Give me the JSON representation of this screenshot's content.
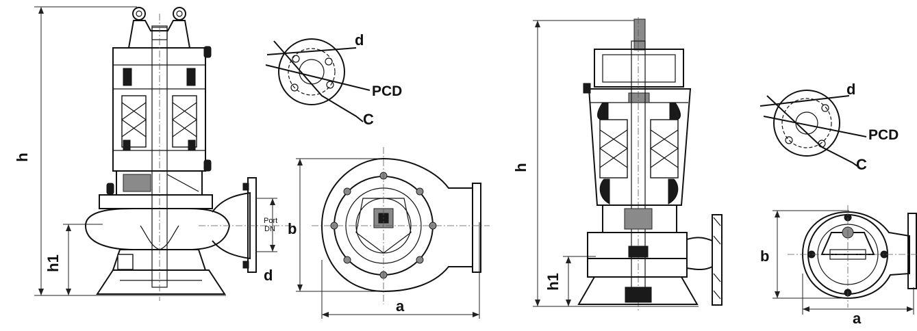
{
  "diagram": {
    "left_pump": {
      "side_view": {
        "height_label": "h",
        "lower_height_label": "h1",
        "port_label_line1": "Port",
        "port_label_line2": "DN",
        "flange_label": "d"
      },
      "top_view": {
        "width_label": "a",
        "depth_label": "b"
      },
      "flange_detail": {
        "bolt_hole_label": "d",
        "pitch_circle_label": "PCD",
        "outer_label": "C"
      }
    },
    "right_pump": {
      "side_view": {
        "height_label": "h",
        "lower_height_label": "h1"
      },
      "top_view": {
        "width_label": "a",
        "depth_label": "b"
      },
      "flange_detail": {
        "bolt_hole_label": "d",
        "pitch_circle_label": "PCD",
        "outer_label": "C"
      }
    }
  }
}
